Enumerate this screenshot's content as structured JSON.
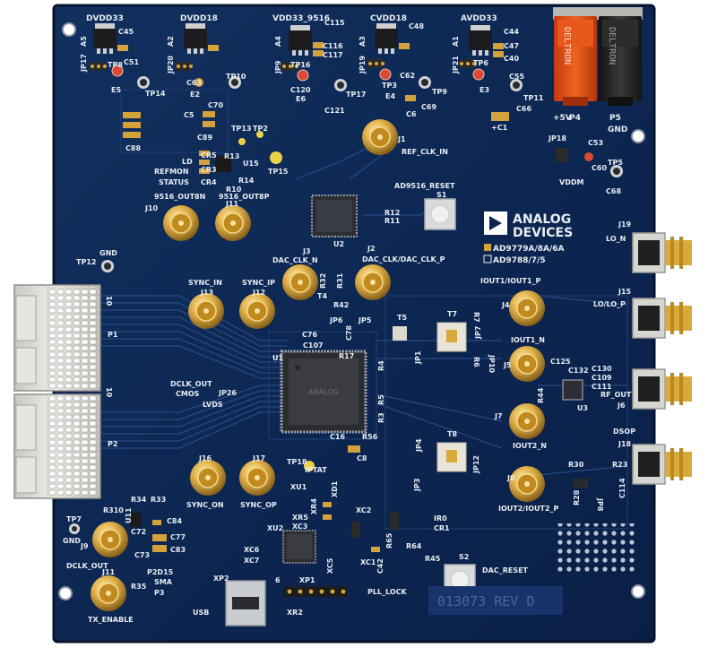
{
  "board": {
    "colors": {
      "pcb": "#0d2550",
      "pcb_dark": "#081a3c",
      "silk": "#e8ecf2",
      "gold": "#d9a93a",
      "chip": "#3d3f45"
    },
    "logo": {
      "line1": "ANALOG",
      "line2": "DEVICES"
    },
    "options": [
      "AD9779A/8A/6A",
      "AD9788/7/5"
    ],
    "revision": "013073 REV D",
    "supplies": [
      "DVDD33",
      "DVDD18",
      "VDD33_9516",
      "CVDD18",
      "AVDD33"
    ],
    "banana": {
      "red_brand": "DELTRON",
      "black_brand": "DELTRON",
      "red_label": "+5V",
      "black_label": "GND",
      "red_ref": "P4",
      "black_ref": "P5"
    },
    "labels": [
      {
        "id": "lbl-jp17",
        "text": "JP17"
      },
      {
        "id": "lbl-a5",
        "text": "A5"
      },
      {
        "id": "lbl-tp8",
        "text": "TP8"
      },
      {
        "id": "lbl-c45",
        "text": "C45"
      },
      {
        "id": "lbl-c51",
        "text": "C51"
      },
      {
        "id": "lbl-e5",
        "text": "E5"
      },
      {
        "id": "lbl-tp14",
        "text": "TP14"
      },
      {
        "id": "lbl-c88",
        "text": "C88"
      },
      {
        "id": "lbl-jp20",
        "text": "JP20"
      },
      {
        "id": "lbl-a2",
        "text": "A2"
      },
      {
        "id": "lbl-c63",
        "text": "C63"
      },
      {
        "id": "lbl-e2",
        "text": "E2"
      },
      {
        "id": "lbl-tp10",
        "text": "TP10"
      },
      {
        "id": "lbl-c70",
        "text": "C70"
      },
      {
        "id": "lbl-jp9",
        "text": "JP9"
      },
      {
        "id": "lbl-a4",
        "text": "A4"
      },
      {
        "id": "lbl-tp16",
        "text": "TP16"
      },
      {
        "id": "lbl-c115",
        "text": "C115"
      },
      {
        "id": "lbl-c116",
        "text": "C116"
      },
      {
        "id": "lbl-c117",
        "text": "C117"
      },
      {
        "id": "lbl-c120",
        "text": "C120"
      },
      {
        "id": "lbl-e6",
        "text": "E6"
      },
      {
        "id": "lbl-tp17",
        "text": "TP17"
      },
      {
        "id": "lbl-c121",
        "text": "C121"
      },
      {
        "id": "lbl-jp19",
        "text": "JP19"
      },
      {
        "id": "lbl-a3",
        "text": "A3"
      },
      {
        "id": "lbl-c48",
        "text": "C48"
      },
      {
        "id": "lbl-c62",
        "text": "C62"
      },
      {
        "id": "lbl-tp3",
        "text": "TP3"
      },
      {
        "id": "lbl-e4",
        "text": "E4"
      },
      {
        "id": "lbl-tp9",
        "text": "TP9"
      },
      {
        "id": "lbl-c69",
        "text": "C69"
      },
      {
        "id": "lbl-c6",
        "text": "C6"
      },
      {
        "id": "lbl-jp21",
        "text": "JP21"
      },
      {
        "id": "lbl-a1",
        "text": "A1"
      },
      {
        "id": "lbl-tp6",
        "text": "TP6"
      },
      {
        "id": "lbl-c44",
        "text": "C44"
      },
      {
        "id": "lbl-c47",
        "text": "C47"
      },
      {
        "id": "lbl-c40",
        "text": "C40"
      },
      {
        "id": "lbl-e3",
        "text": "E3"
      },
      {
        "id": "lbl-c55",
        "text": "C55"
      },
      {
        "id": "lbl-tp11",
        "text": "TP11"
      },
      {
        "id": "lbl-c66",
        "text": "C66"
      },
      {
        "id": "lbl-c1",
        "text": "+C1"
      },
      {
        "id": "lbl-c5",
        "text": "C5"
      },
      {
        "id": "lbl-c89",
        "text": "C89"
      },
      {
        "id": "lbl-tp13",
        "text": "TP13"
      },
      {
        "id": "lbl-tp2",
        "text": "TP2"
      },
      {
        "id": "lbl-j1",
        "text": "J1"
      },
      {
        "id": "lbl-refclk",
        "text": "REF_CLK_IN"
      },
      {
        "id": "lbl-ld",
        "text": "LD"
      },
      {
        "id": "lbl-refmon",
        "text": "REFMON"
      },
      {
        "id": "lbl-status",
        "text": "STATUS"
      },
      {
        "id": "lbl-cr5",
        "text": "CR5"
      },
      {
        "id": "lbl-cr3",
        "text": "CR3"
      },
      {
        "id": "lbl-cr4",
        "text": "CR4"
      },
      {
        "id": "lbl-r13",
        "text": "R13"
      },
      {
        "id": "lbl-u15",
        "text": "U15"
      },
      {
        "id": "lbl-r14",
        "text": "R14"
      },
      {
        "id": "lbl-r10",
        "text": "R10"
      },
      {
        "id": "lbl-tp15",
        "text": "TP15"
      },
      {
        "id": "lbl-9516n",
        "text": "9516_OUT8N"
      },
      {
        "id": "lbl-9516p",
        "text": "9516_OUT8P"
      },
      {
        "id": "lbl-j10",
        "text": "J10"
      },
      {
        "id": "lbl-j11",
        "text": "J11"
      },
      {
        "id": "lbl-u2",
        "text": "U2"
      },
      {
        "id": "lbl-r12",
        "text": "R12"
      },
      {
        "id": "lbl-r11",
        "text": "R11"
      },
      {
        "id": "lbl-reset9516",
        "text": "AD9516_RESET"
      },
      {
        "id": "lbl-s1",
        "text": "S1"
      },
      {
        "id": "lbl-jp18",
        "text": "JP18"
      },
      {
        "id": "lbl-c53",
        "text": "C53"
      },
      {
        "id": "lbl-c60",
        "text": "C60"
      },
      {
        "id": "lbl-tp5",
        "text": "TP5"
      },
      {
        "id": "lbl-vddm",
        "text": "VDDM"
      },
      {
        "id": "lbl-c68",
        "text": "C68"
      },
      {
        "id": "lbl-j19",
        "text": "J19"
      },
      {
        "id": "lbl-lon",
        "text": "LO_N"
      },
      {
        "id": "lbl-tp12",
        "text": "TP12"
      },
      {
        "id": "lbl-gnd1",
        "text": "GND"
      },
      {
        "id": "lbl-j3",
        "text": "J3"
      },
      {
        "id": "lbl-dacclkn",
        "text": "DAC_CLK_N"
      },
      {
        "id": "lbl-j2",
        "text": "J2"
      },
      {
        "id": "lbl-dacclkp",
        "text": "DAC_CLK/DAC_CLK_P"
      },
      {
        "id": "lbl-r32",
        "text": "R32"
      },
      {
        "id": "lbl-r31",
        "text": "R31"
      },
      {
        "id": "lbl-t4",
        "text": "T4"
      },
      {
        "id": "lbl-iout1p",
        "text": "IOUT1/IOUT1_P"
      },
      {
        "id": "lbl-j15",
        "text": "J15"
      },
      {
        "id": "lbl-lop",
        "text": "LO/LO_P"
      },
      {
        "id": "lbl-syncin",
        "text": "SYNC_IN"
      },
      {
        "id": "lbl-syncip",
        "text": "SYNC_IP"
      },
      {
        "id": "lbl-j13",
        "text": "J13"
      },
      {
        "id": "lbl-j12",
        "text": "J12"
      },
      {
        "id": "lbl-10a",
        "text": "10"
      },
      {
        "id": "lbl-p1",
        "text": "P1"
      },
      {
        "id": "lbl-r42",
        "text": "R42"
      },
      {
        "id": "lbl-jp6",
        "text": "JP6"
      },
      {
        "id": "lbl-jp5",
        "text": "JP5"
      },
      {
        "id": "lbl-c76",
        "text": "C76"
      },
      {
        "id": "lbl-c107",
        "text": "C107"
      },
      {
        "id": "lbl-c78",
        "text": "C78"
      },
      {
        "id": "lbl-t5",
        "text": "T5"
      },
      {
        "id": "lbl-t7",
        "text": "T7"
      },
      {
        "id": "lbl-r7",
        "text": "R7"
      },
      {
        "id": "lbl-jp1",
        "text": "JP1"
      },
      {
        "id": "lbl-r6",
        "text": "R6"
      },
      {
        "id": "lbl-jp7",
        "text": "JP7"
      },
      {
        "id": "lbl-j4",
        "text": "J4"
      },
      {
        "id": "lbl-iout1n",
        "text": "IOUT1_N"
      },
      {
        "id": "lbl-j5",
        "text": "J5"
      },
      {
        "id": "lbl-jp10",
        "text": "JP10"
      },
      {
        "id": "lbl-c125",
        "text": "C125"
      },
      {
        "id": "lbl-c132",
        "text": "C132"
      },
      {
        "id": "lbl-c130",
        "text": "C130"
      },
      {
        "id": "lbl-c109",
        "text": "C109"
      },
      {
        "id": "lbl-c111",
        "text": "C111"
      },
      {
        "id": "lbl-r44",
        "text": "R44"
      },
      {
        "id": "lbl-u3",
        "text": "U3"
      },
      {
        "id": "lbl-rfout",
        "text": "RF_OUT"
      },
      {
        "id": "lbl-j6",
        "text": "J6"
      },
      {
        "id": "lbl-u1",
        "text": "U1"
      },
      {
        "id": "lbl-r17",
        "text": "R17"
      },
      {
        "id": "lbl-r4",
        "text": "R4"
      },
      {
        "id": "lbl-r5",
        "text": "R5"
      },
      {
        "id": "lbl-r3",
        "text": "R3"
      },
      {
        "id": "lbl-dclkout1",
        "text": "DCLK_OUT"
      },
      {
        "id": "lbl-cmos",
        "text": "CMOS"
      },
      {
        "id": "lbl-jp26",
        "text": "JP26"
      },
      {
        "id": "lbl-lvds",
        "text": "LVDS"
      },
      {
        "id": "lbl-j7",
        "text": "J7"
      },
      {
        "id": "lbl-iout2n",
        "text": "IOUT2_N"
      },
      {
        "id": "lbl-dsop",
        "text": "DSOP"
      },
      {
        "id": "lbl-j18",
        "text": "J18"
      },
      {
        "id": "lbl-10b",
        "text": "10"
      },
      {
        "id": "lbl-p2",
        "text": "P2"
      },
      {
        "id": "lbl-c16",
        "text": "C16"
      },
      {
        "id": "lbl-r56",
        "text": "R56"
      },
      {
        "id": "lbl-c8",
        "text": "C8"
      },
      {
        "id": "lbl-tp18",
        "text": "TP18"
      },
      {
        "id": "lbl-iptat",
        "text": "IPTAT"
      },
      {
        "id": "lbl-jp4",
        "text": "JP4"
      },
      {
        "id": "lbl-t8",
        "text": "T8"
      },
      {
        "id": "lbl-jp3",
        "text": "JP3"
      },
      {
        "id": "lbl-jp12",
        "text": "JP12"
      },
      {
        "id": "lbl-r30",
        "text": "R30"
      },
      {
        "id": "lbl-r23",
        "text": "R23"
      },
      {
        "id": "lbl-c114",
        "text": "C114"
      },
      {
        "id": "lbl-jp8",
        "text": "JP8"
      },
      {
        "id": "lbl-r28",
        "text": "R28"
      },
      {
        "id": "lbl-j16",
        "text": "J16"
      },
      {
        "id": "lbl-j17",
        "text": "J17"
      },
      {
        "id": "lbl-syncon",
        "text": "SYNC_ON"
      },
      {
        "id": "lbl-syncop",
        "text": "SYNC_OP"
      },
      {
        "id": "lbl-j8",
        "text": "J8"
      },
      {
        "id": "lbl-iout2p",
        "text": "IOUT2/IOUT2_P"
      },
      {
        "id": "lbl-xu1",
        "text": "XU1"
      },
      {
        "id": "lbl-xr5",
        "text": "XR5"
      },
      {
        "id": "lbl-xc3",
        "text": "XC3"
      },
      {
        "id": "lbl-xr4",
        "text": "XR4"
      },
      {
        "id": "lbl-xd1",
        "text": "XD1"
      },
      {
        "id": "lbl-xc2",
        "text": "XC2"
      },
      {
        "id": "lbl-ir0",
        "text": "IR0"
      },
      {
        "id": "lbl-cr1",
        "text": "CR1"
      },
      {
        "id": "lbl-r65",
        "text": "R65"
      },
      {
        "id": "lbl-r64",
        "text": "R64"
      },
      {
        "id": "lbl-xu2",
        "text": "XU2"
      },
      {
        "id": "lbl-xc6",
        "text": "XC6"
      },
      {
        "id": "lbl-xc7",
        "text": "XC7"
      },
      {
        "id": "lbl-xc5",
        "text": "XC5"
      },
      {
        "id": "lbl-xc1",
        "text": "XC1"
      },
      {
        "id": "lbl-c42",
        "text": "C42"
      },
      {
        "id": "lbl-r34",
        "text": "R34"
      },
      {
        "id": "lbl-r33",
        "text": "R33"
      },
      {
        "id": "lbl-tp7",
        "text": "TP7"
      },
      {
        "id": "lbl-gnd2",
        "text": "GND"
      },
      {
        "id": "lbl-r310",
        "text": "R310"
      },
      {
        "id": "lbl-u11",
        "text": "U11"
      },
      {
        "id": "lbl-c84",
        "text": "C84"
      },
      {
        "id": "lbl-c72",
        "text": "C72"
      },
      {
        "id": "lbl-c77",
        "text": "C77"
      },
      {
        "id": "lbl-c83",
        "text": "C83"
      },
      {
        "id": "lbl-c73",
        "text": "C73"
      },
      {
        "id": "lbl-j9",
        "text": "J9"
      },
      {
        "id": "lbl-dclkout2",
        "text": "DCLK_OUT"
      },
      {
        "id": "lbl-j11b",
        "text": "J11"
      },
      {
        "id": "lbl-p2d15",
        "text": "P2D15"
      },
      {
        "id": "lbl-sma",
        "text": "SMA"
      },
      {
        "id": "lbl-r35",
        "text": "R35"
      },
      {
        "id": "lbl-p3",
        "text": "P3"
      },
      {
        "id": "lbl-txenable",
        "text": "TX_ENABLE"
      },
      {
        "id": "lbl-xp2",
        "text": "XP2"
      },
      {
        "id": "lbl-usb",
        "text": "USB"
      },
      {
        "id": "lbl-six",
        "text": "6"
      },
      {
        "id": "lbl-xp1",
        "text": "XP1"
      },
      {
        "id": "lbl-xr2",
        "text": "XR2"
      },
      {
        "id": "lbl-r45",
        "text": "R45"
      },
      {
        "id": "lbl-s2",
        "text": "S2"
      },
      {
        "id": "lbl-dacreset",
        "text": "DAC_RESET"
      },
      {
        "id": "lbl-plllock",
        "text": "PLL_LOCK"
      }
    ]
  }
}
